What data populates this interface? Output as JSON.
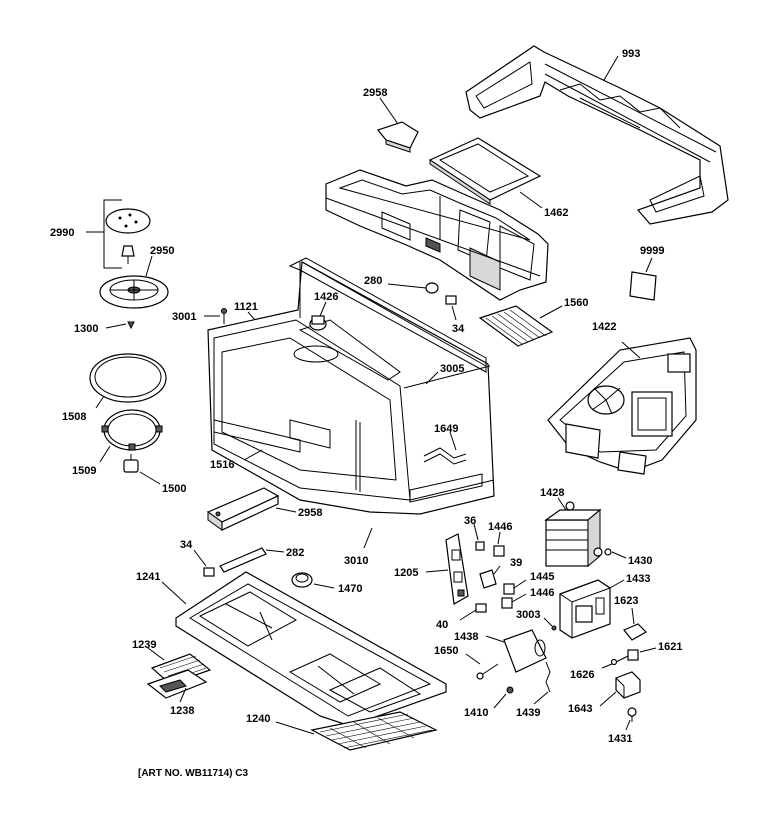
{
  "diagram": {
    "art_number": "[ART NO. WB11714) C3",
    "parts": [
      {
        "id": "993",
        "label": "993"
      },
      {
        "id": "2958a",
        "label": "2958"
      },
      {
        "id": "1462",
        "label": "1462"
      },
      {
        "id": "2990",
        "label": "2990"
      },
      {
        "id": "2950",
        "label": "2950"
      },
      {
        "id": "280",
        "label": "280"
      },
      {
        "id": "9999",
        "label": "9999"
      },
      {
        "id": "1300",
        "label": "1300"
      },
      {
        "id": "3001",
        "label": "3001"
      },
      {
        "id": "1121",
        "label": "1121"
      },
      {
        "id": "1426",
        "label": "1426"
      },
      {
        "id": "34a",
        "label": "34"
      },
      {
        "id": "1560",
        "label": "1560"
      },
      {
        "id": "1422",
        "label": "1422"
      },
      {
        "id": "3005",
        "label": "3005"
      },
      {
        "id": "1508",
        "label": "1508"
      },
      {
        "id": "1649",
        "label": "1649"
      },
      {
        "id": "1509",
        "label": "1509"
      },
      {
        "id": "1516",
        "label": "1516"
      },
      {
        "id": "1500",
        "label": "1500"
      },
      {
        "id": "1428",
        "label": "1428"
      },
      {
        "id": "2958b",
        "label": "2958"
      },
      {
        "id": "36",
        "label": "36"
      },
      {
        "id": "1446a",
        "label": "1446"
      },
      {
        "id": "34b",
        "label": "34"
      },
      {
        "id": "282",
        "label": "282"
      },
      {
        "id": "3010",
        "label": "3010"
      },
      {
        "id": "1205",
        "label": "1205"
      },
      {
        "id": "39",
        "label": "39"
      },
      {
        "id": "1430",
        "label": "1430"
      },
      {
        "id": "1241",
        "label": "1241"
      },
      {
        "id": "1470",
        "label": "1470"
      },
      {
        "id": "1445",
        "label": "1445"
      },
      {
        "id": "1433",
        "label": "1433"
      },
      {
        "id": "1446b",
        "label": "1446"
      },
      {
        "id": "1623",
        "label": "1623"
      },
      {
        "id": "3003",
        "label": "3003"
      },
      {
        "id": "40",
        "label": "40"
      },
      {
        "id": "1438",
        "label": "1438"
      },
      {
        "id": "1239",
        "label": "1239"
      },
      {
        "id": "1650",
        "label": "1650"
      },
      {
        "id": "1621",
        "label": "1621"
      },
      {
        "id": "1626",
        "label": "1626"
      },
      {
        "id": "1238",
        "label": "1238"
      },
      {
        "id": "1410",
        "label": "1410"
      },
      {
        "id": "1439",
        "label": "1439"
      },
      {
        "id": "1643",
        "label": "1643"
      },
      {
        "id": "1240",
        "label": "1240"
      },
      {
        "id": "1431",
        "label": "1431"
      }
    ]
  }
}
